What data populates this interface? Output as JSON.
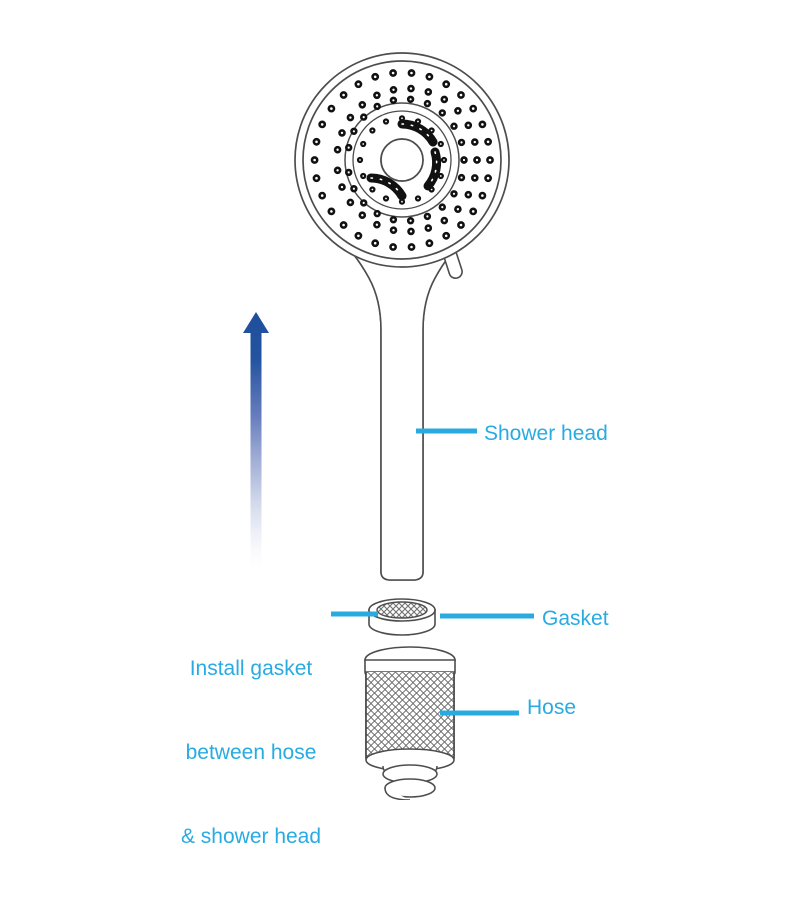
{
  "document": {
    "title": "Shower Head Assembly Diagram",
    "type": "exploded-parts-diagram",
    "background_color": "#ffffff"
  },
  "colors": {
    "label_blue": "#29abe2",
    "leader_line_blue": "#29abe2",
    "arrow_top_blue": "#1f4e9c",
    "arrow_bottom_blue": "#ffffff",
    "outline_gray": "#4d4d4d",
    "nozzle_black": "#1a1a1a"
  },
  "labels": {
    "shower_head": "Shower head",
    "gasket": "Gasket",
    "hose": "Hose",
    "install_note_line1": "Install gasket",
    "install_note_line2": "between hose",
    "install_note_line3": "& shower head"
  },
  "parts": [
    {
      "id": "shower-head",
      "label": "Shower head",
      "callout_side": "right"
    },
    {
      "id": "gasket",
      "label": "Gasket",
      "callout_side": "right"
    },
    {
      "id": "hose",
      "label": "Hose",
      "callout_side": "right"
    }
  ],
  "annotations": {
    "assembly_arrow": {
      "name": "assembly-direction-arrow",
      "direction": "up",
      "gradient_from": "#1f4e9c",
      "gradient_to": "#ffffff"
    }
  },
  "icons": {
    "arrow_up": "arrow-up-icon",
    "leader_line": "leader-line-icon"
  }
}
